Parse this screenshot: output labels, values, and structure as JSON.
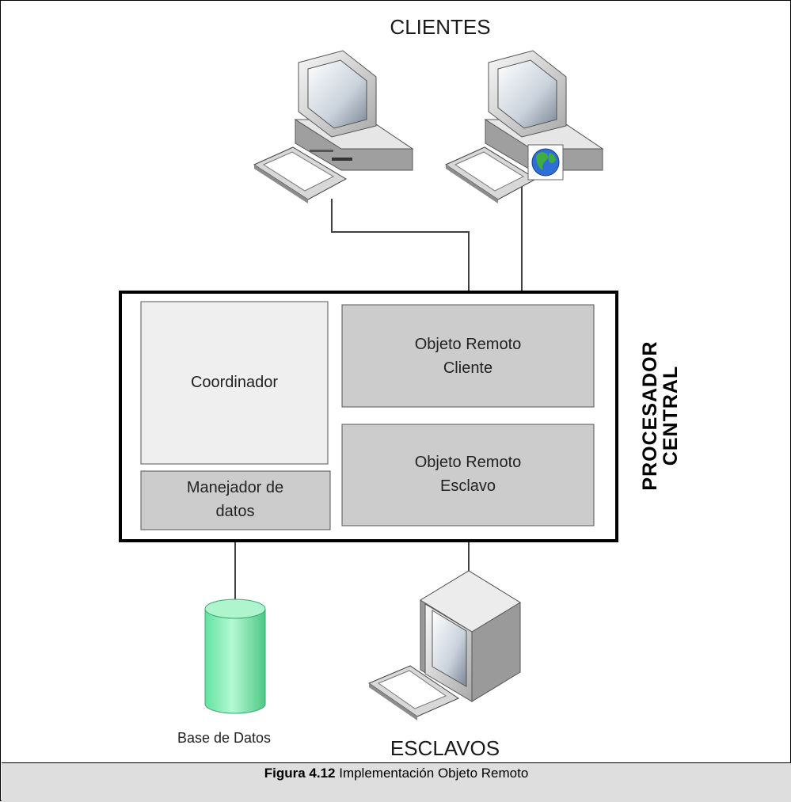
{
  "diagram": {
    "clients_label": "CLIENTES",
    "slaves_label": "ESCLAVOS",
    "processor_label_line1": "PROCESADOR",
    "processor_label_line2": "CENTRAL",
    "coordinator_label": "Coordinador",
    "data_manager_line1": "Manejador de",
    "data_manager_line2": "datos",
    "remote_client_line1": "Objeto Remoto",
    "remote_client_line2": "Cliente",
    "remote_slave_line1": "Objeto Remoto",
    "remote_slave_line2": "Esclavo",
    "database_label": "Base de Datos"
  },
  "caption": {
    "figure_number": "Figura 4.12",
    "title": "Implementación Objeto Remoto"
  },
  "colors": {
    "coordinator_fill": "#efefef",
    "module_fill": "#cccccc",
    "database_fill": "#7ff0b0",
    "caption_bg": "#dedede"
  }
}
